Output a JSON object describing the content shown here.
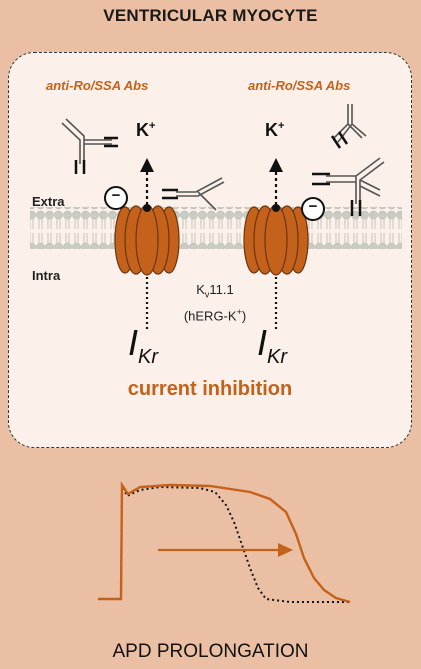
{
  "title": "VENTRICULAR MYOCYTE",
  "antibody_label_left": "anti-Ro/SSA Abs",
  "antibody_label_right": "anti-Ro/SSA Abs",
  "ion": "K",
  "ion_charge": "+",
  "extra_label": "Extra",
  "intra_label": "Intra",
  "channel_name_k": "K",
  "channel_name_v": "v",
  "channel_name_num": "11.1",
  "channel_name_herg": "(hERG-K",
  "channel_name_herg_charge": "+",
  "channel_name_close": ")",
  "current_symbol": "I",
  "current_subscript": "Kr",
  "inhibition_sign": "−",
  "inhibition_text": "current inhibition",
  "footer": "APD PROLONGATION",
  "colors": {
    "background": "#ebbfa3",
    "cell_fill": "#fbf0ea",
    "accent": "#c4621b",
    "channel": "#c4621b",
    "membrane": "#c9ccc3"
  }
}
